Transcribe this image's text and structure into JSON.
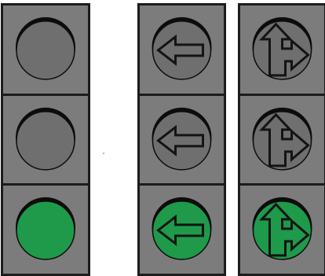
{
  "signals": [
    {
      "name": "plain",
      "lamps": [
        {
          "glyph": "none",
          "state": "off"
        },
        {
          "glyph": "none",
          "state": "off"
        },
        {
          "glyph": "none",
          "state": "on"
        }
      ]
    },
    {
      "name": "left-arrow",
      "lamps": [
        {
          "glyph": "left-arrow-icon",
          "state": "off"
        },
        {
          "glyph": "left-arrow-icon",
          "state": "off"
        },
        {
          "glyph": "left-arrow-icon",
          "state": "on"
        }
      ]
    },
    {
      "name": "straight-right-arrow",
      "lamps": [
        {
          "glyph": "straight-and-right-arrow-icon",
          "state": "off"
        },
        {
          "glyph": "straight-and-right-arrow-icon",
          "state": "off"
        },
        {
          "glyph": "straight-and-right-arrow-icon",
          "state": "on"
        }
      ]
    }
  ],
  "colors": {
    "housing": "#1c1c1c",
    "cell": "#7c7c7c",
    "lamp_off": "#6f6f6f",
    "lamp_on": "#1f9a4a",
    "rim_shadow": "#0c0c0c",
    "glyph_stroke": "#141414"
  }
}
